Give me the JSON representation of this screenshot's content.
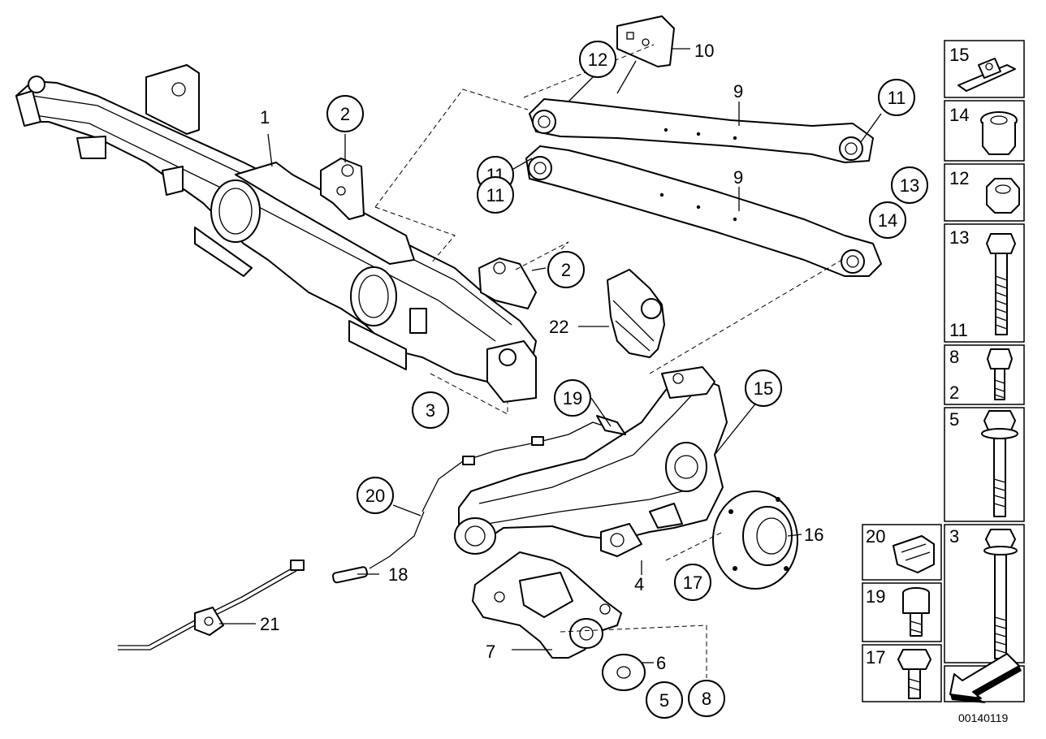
{
  "callouts": {
    "c1": "1",
    "c2a": "2",
    "c2b": "2",
    "c3": "3",
    "c4": "4",
    "c5": "5",
    "c6": "6",
    "c7": "7",
    "c8": "8",
    "c9a": "9",
    "c9b": "9",
    "c10": "10",
    "c11a": "11",
    "c11b": "11",
    "c11c": "11",
    "c12": "12",
    "c13": "13",
    "c14": "14",
    "c15": "15",
    "c16": "16",
    "c17": "17",
    "c18": "18",
    "c19": "19",
    "c20": "20",
    "c21": "21",
    "c22": "22"
  },
  "legend": {
    "l15": "15",
    "l14": "14",
    "l12": "12",
    "l13": "13",
    "l11": "11",
    "l8": "8",
    "l2": "2",
    "l5": "5",
    "l20": "20",
    "l3": "3",
    "l19": "19",
    "l17": "17"
  },
  "diagram_code": "00140119"
}
